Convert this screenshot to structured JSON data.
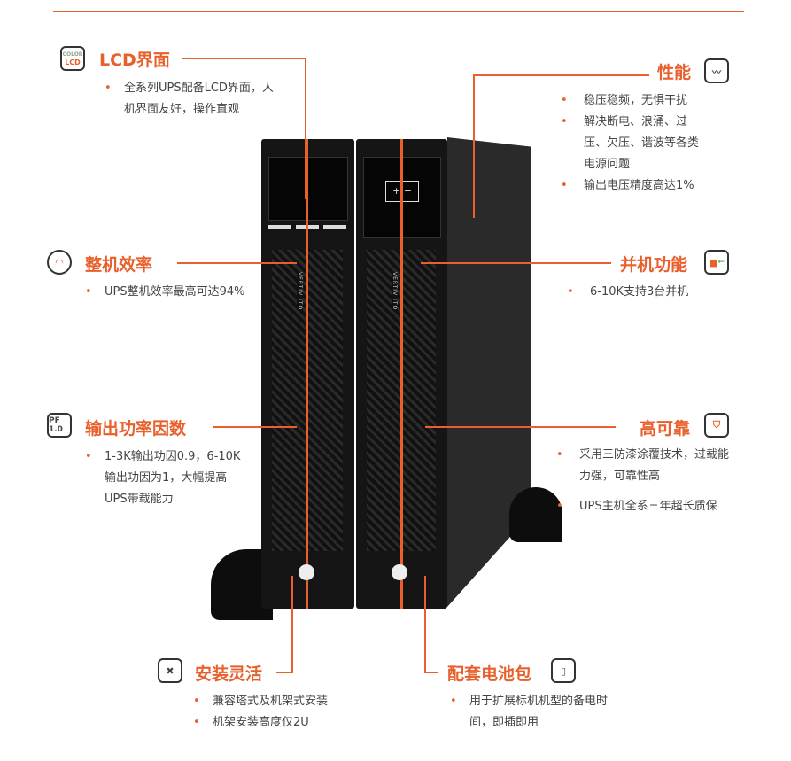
{
  "accent": "#e8602c",
  "features": {
    "lcd": {
      "icon_text": "COLOR LCD",
      "title": "LCD界面",
      "items": [
        "全系列UPS配备LCD界面，人机界面友好，操作直观"
      ]
    },
    "performance": {
      "title": "性能",
      "items": [
        "稳压稳频，无惧干扰",
        "解决断电、浪涌、过压、欠压、谐波等各类电源问题",
        "输出电压精度高达1%"
      ]
    },
    "efficiency": {
      "title": "整机效率",
      "items": [
        "UPS整机效率最高可达94%"
      ]
    },
    "parallel": {
      "title": "并机功能",
      "items": [
        "6-10K支持3台并机"
      ]
    },
    "pf": {
      "icon_text": "PF 1.0",
      "title": "输出功率因数",
      "items": [
        "1-3K输出功因0.9，6-10K输出功因为1，大幅提高UPS带载能力"
      ]
    },
    "reliable": {
      "title": "高可靠",
      "items": [
        "采用三防漆涂覆技术，过载能力强，可靠性高",
        "UPS主机全系三年超长质保"
      ]
    },
    "install": {
      "title": "安装灵活",
      "items": [
        "兼容塔式及机架式安装",
        "机架安装高度仅2U"
      ]
    },
    "battery": {
      "title": "配套电池包",
      "items": [
        "用于扩展标机机型的备电时间，即插即用"
      ]
    }
  },
  "product": {
    "brand": "VERTIV ITO",
    "battery_symbol": "+ −"
  }
}
